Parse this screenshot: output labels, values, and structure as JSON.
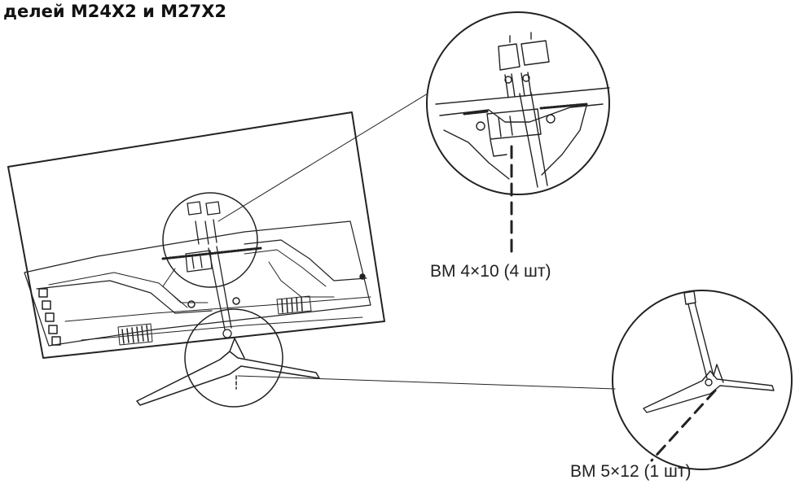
{
  "page": {
    "title": "делей M24X2 и M27X2"
  },
  "callouts": {
    "screws_top": "BM 4×10 (4 шт)",
    "screws_bottom": "BM 5×12 (1 шт)"
  }
}
